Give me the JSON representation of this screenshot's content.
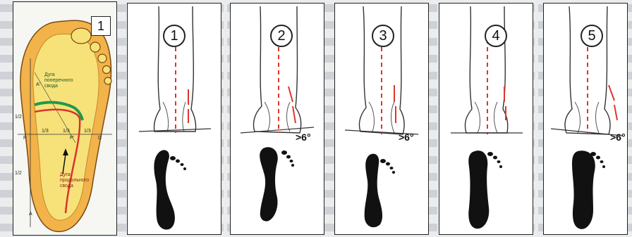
{
  "left_panel": {
    "number": "1",
    "arch_transverse": "Дуга\nпоперечного\nсвода",
    "arch_longitudinal": "Дуга\nпродольного\nсвода",
    "marks": {
      "a_prime": "A'",
      "a": "A",
      "p": "P",
      "p_prime": "P'",
      "d": "D",
      "half_top": "1/2",
      "half_bottom": "1/2",
      "third_1": "1/3",
      "third_2": "1/3",
      "third_3": "1/3"
    }
  },
  "panels": [
    {
      "number": "1",
      "angle": ""
    },
    {
      "number": "2",
      "angle": ">6°"
    },
    {
      "number": "3",
      "angle": ">6°"
    },
    {
      "number": "4",
      "angle": ""
    },
    {
      "number": "5",
      "angle": ">6°"
    }
  ],
  "colors": {
    "foot_outer": "#f2b34a",
    "foot_inner": "#f7e27a",
    "arch_green": "#1f9a4a",
    "arch_red": "#d8342a",
    "dashed_axis": "#e0352b",
    "print": "#111111"
  }
}
